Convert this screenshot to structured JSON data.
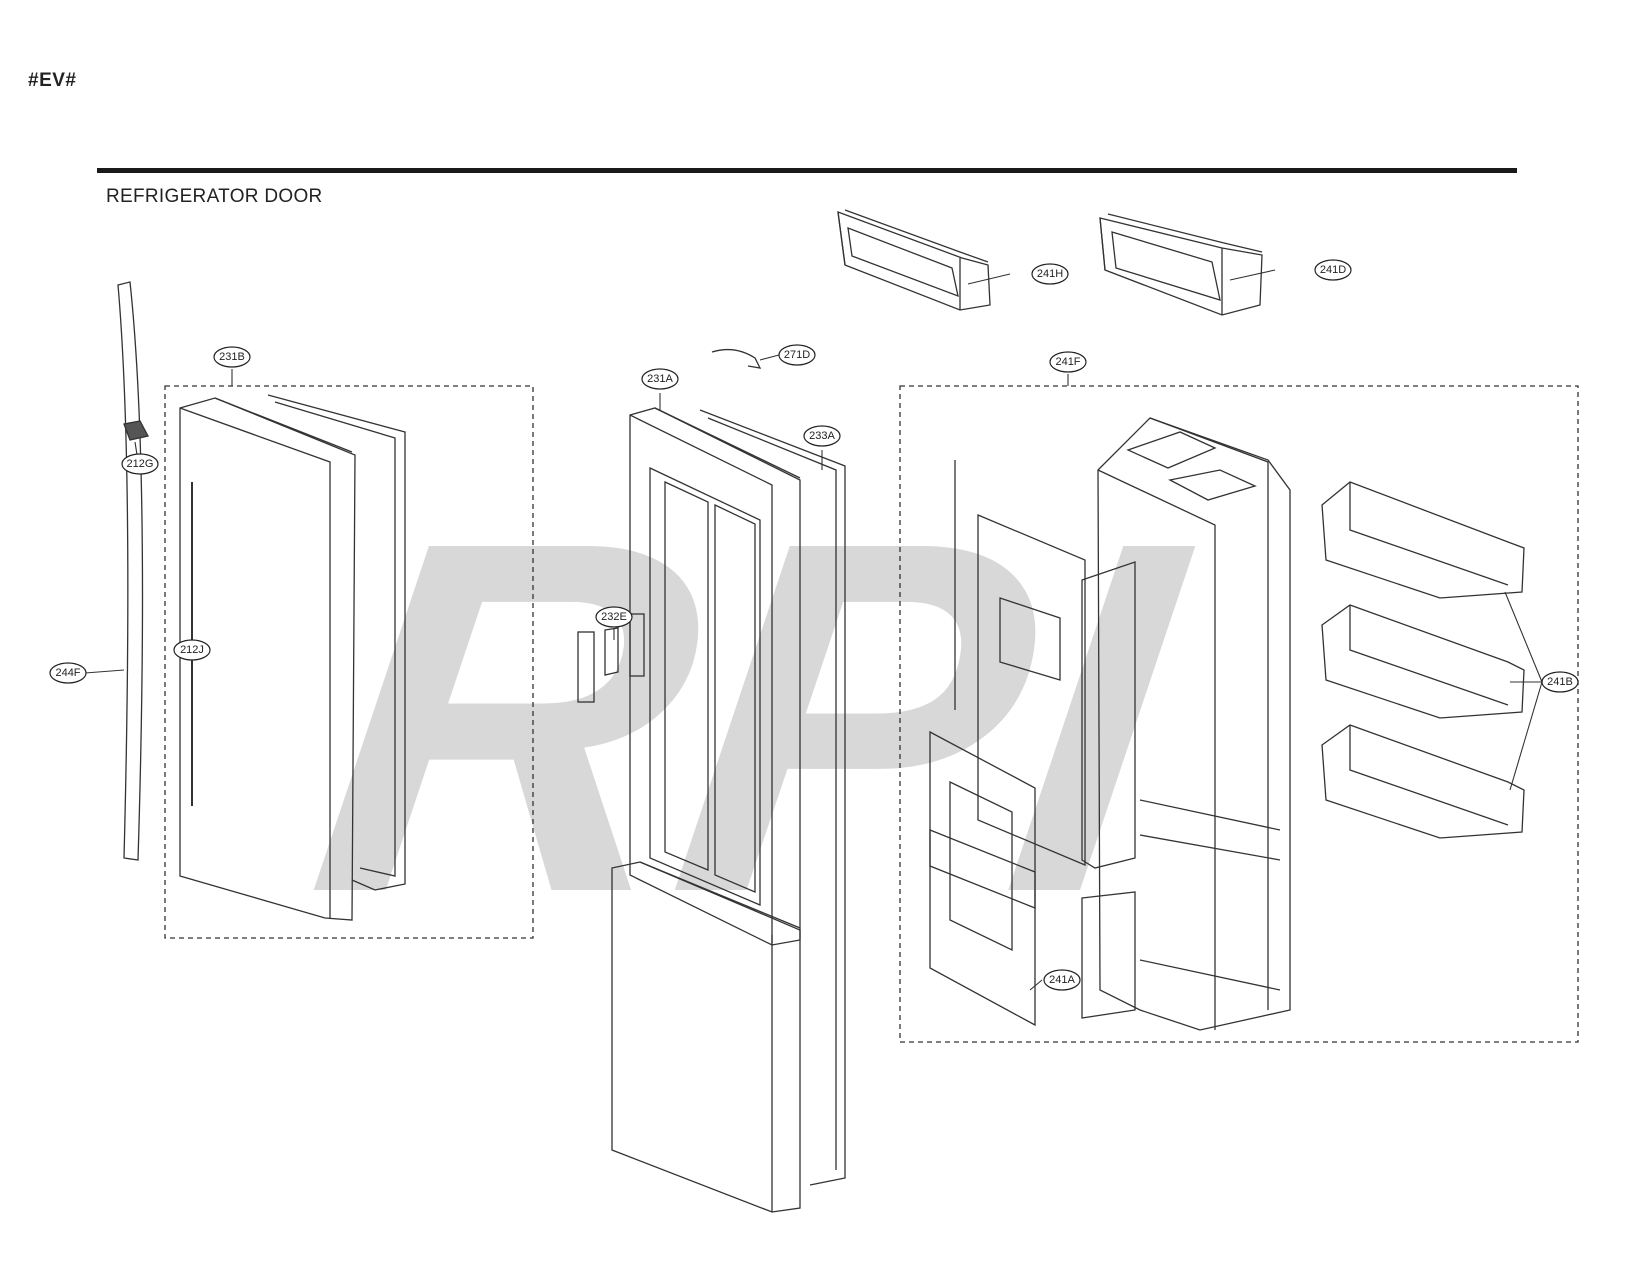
{
  "page_code": "#EV#",
  "section_title": "REFRIGERATOR DOOR",
  "watermark": "RPI",
  "callouts": {
    "c241H": "241H",
    "c241D": "241D",
    "c231B": "231B",
    "c271D": "271D",
    "c231A": "231A",
    "c241F": "241F",
    "c233A": "233A",
    "c212G": "212G",
    "c232E": "232E",
    "c212J": "212J",
    "c244F": "244F",
    "c241B": "241B",
    "c241A": "241A"
  },
  "colors": {
    "line": "#333333",
    "watermark": "#d8d8d8",
    "rule": "#1a1a1a"
  }
}
